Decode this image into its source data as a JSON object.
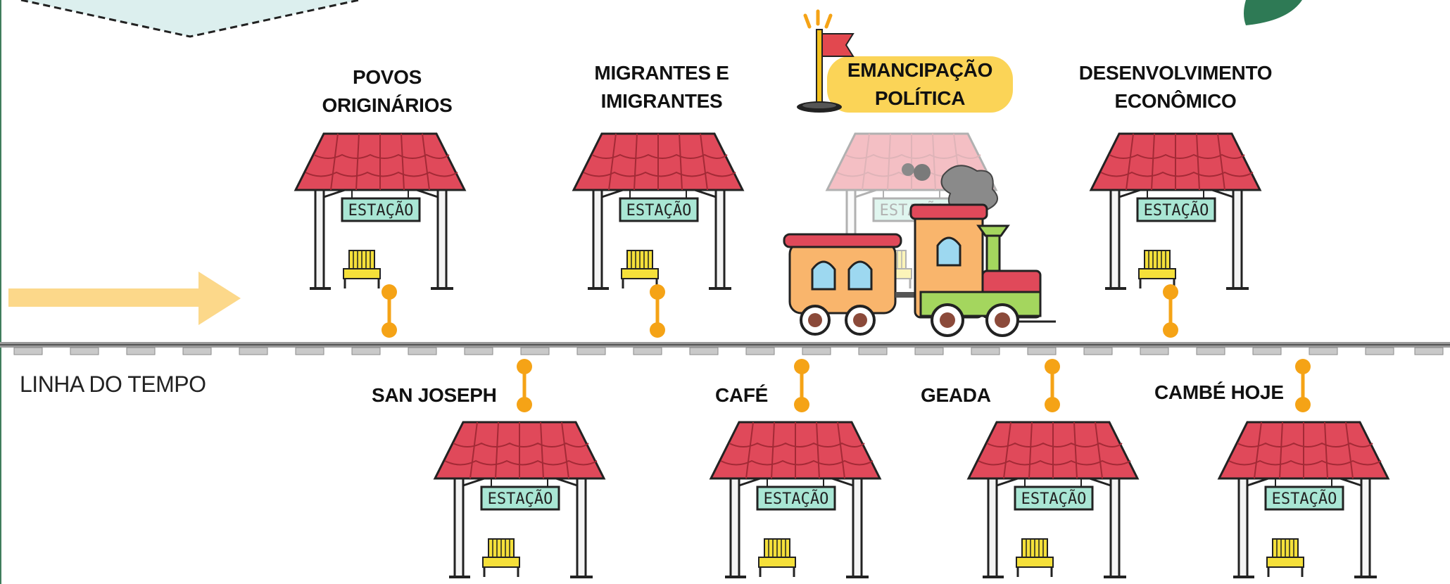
{
  "timeline_label": "LINHA DO TEMPO",
  "sign_text": "ESTAÇÃO",
  "colors": {
    "roof": "#e0495a",
    "connector": "#f5a316",
    "highlight": "#fbd457",
    "arrow": "#fcd88a",
    "banner": "#dcefee",
    "sign": "#a9e6d4",
    "bench": "#f5e03a",
    "accent_green": "#2e7a55"
  },
  "stations_top": [
    {
      "lines": [
        "POVOS",
        "ORIGINÁRIOS"
      ]
    },
    {
      "lines": [
        "MIGRANTES E",
        "IMIGRANTES"
      ]
    },
    {
      "lines": [
        "EMANCIPAÇÃO",
        "POLÍTICA"
      ],
      "active": true
    },
    {
      "lines": [
        "DESENVOLVIMENTO",
        "ECONÔMICO"
      ]
    }
  ],
  "stations_bottom": [
    {
      "label": "SAN JOSEPH"
    },
    {
      "label": "CAFÉ"
    },
    {
      "label": "GEADA"
    },
    {
      "label": "CAMBÉ HOJE"
    }
  ],
  "icons": [
    "flag-icon",
    "train-icon",
    "arrow-icon",
    "station-icon",
    "bench-icon"
  ]
}
